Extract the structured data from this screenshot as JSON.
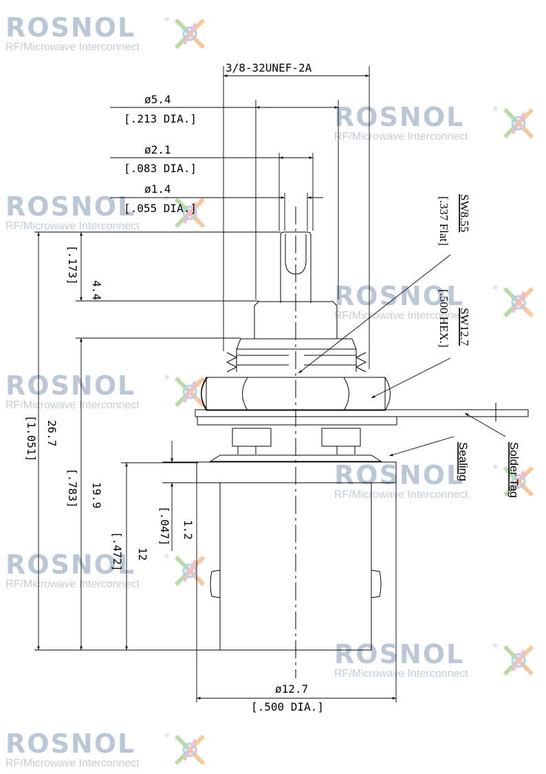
{
  "watermark": {
    "brand": "ROSNOL",
    "tagline": "RF/Microwave Interconnect",
    "registered": "®",
    "colors": {
      "text": "#b9c7d6",
      "logo_green": "#8fc46b",
      "logo_orange": "#f2a35e",
      "logo_blue": "#7fb0e0",
      "logo_pink": "#e88fc0"
    }
  },
  "dimensions": {
    "thread": "3/8-32UNEF-2A",
    "dia_54": "ø5.4",
    "dia_54_in": "[.213  DIA.]",
    "dia_21": "ø2.1",
    "dia_21_in": "[.083  DIA.]",
    "dia_14": "ø1.4",
    "dia_14_in": "[.055  DIA.]",
    "len_44": "4.4",
    "len_44_in": "[.173]",
    "len_267": "26.7",
    "len_267_in": "[1.051]",
    "len_199": "19.9",
    "len_199_in": "[.783]",
    "len_12": "12",
    "len_12_in": "[.472]",
    "len_1_2": "1.2",
    "len_1_2_in": "[.047]",
    "dia_127": "ø12.7",
    "dia_127_in": "[.500  DIA.]"
  },
  "labels": {
    "sw855": "SW8.55",
    "sw855_in": "[.337 Flat]",
    "sw127": "SW12.7",
    "sw127_in": "[.500 HEX.]",
    "sealing": "Sealing",
    "solder_tag": "Solder Tag"
  }
}
